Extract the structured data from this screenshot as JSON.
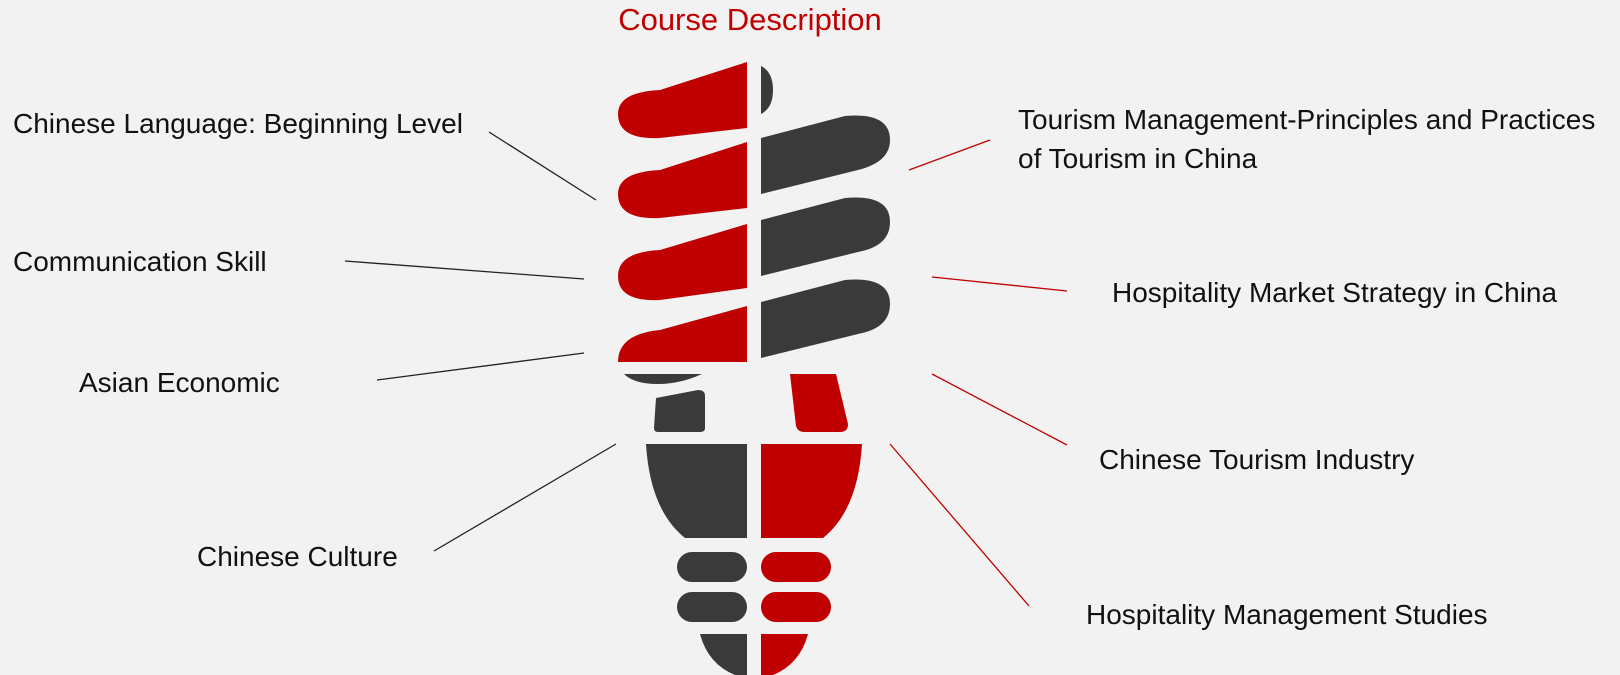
{
  "title": "Course Description",
  "colors": {
    "accent": "#c00000",
    "dark": "#3a3a3a",
    "background": "#f1f2f1",
    "text": "#111111"
  },
  "left_courses": [
    "Chinese Language: Beginning Level",
    "Communication Skill",
    "Asian Economic",
    "Chinese Culture"
  ],
  "right_courses": [
    {
      "line1": "Tourism Management-Principles and Practices",
      "line2": "of Tourism in China"
    },
    {
      "line1": "Hospitality Market Strategy in China"
    },
    {
      "line1": "Chinese Tourism Industry"
    },
    {
      "line1": "Hospitality Management Studies"
    }
  ],
  "icon": "light-bulb-icon"
}
